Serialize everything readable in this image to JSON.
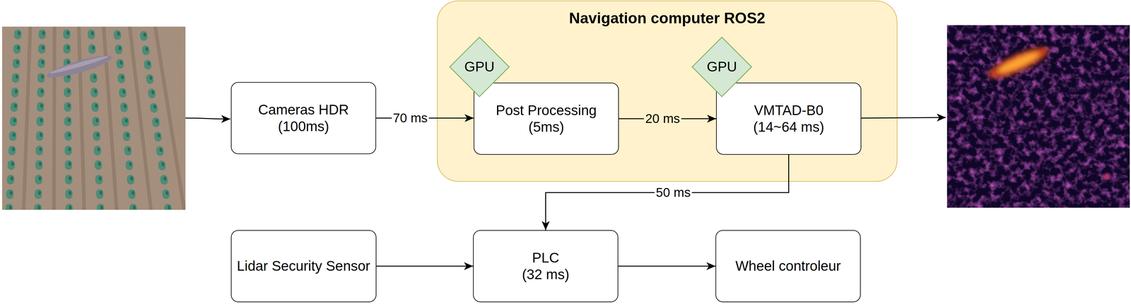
{
  "diagram": {
    "nodes": [
      {
        "text": [
          "Cameras HDR",
          "(100ms)"
        ]
      },
      {
        "text": [
          "Navigation computer ROS2"
        ]
      },
      {
        "text": [
          "GPU"
        ],
        "in": 1
      },
      {
        "text": [
          "Post Processing",
          "(5ms)"
        ],
        "in": 1
      },
      {
        "text": [
          "GPU"
        ],
        "in": 1
      },
      {
        "text": [
          "VMTAD-B0",
          "(14~64 ms)"
        ],
        "in": 1
      },
      {
        "text": [
          "Lidar Security Sensor"
        ]
      },
      {
        "text": [
          "PLC",
          "(32 ms)"
        ]
      },
      {
        "text": [
          "Wheel controleur"
        ]
      }
    ],
    "edges": [
      {
        "from": 0,
        "to": 3,
        "arrow": "to",
        "label": "70 ms"
      },
      {
        "from": 3,
        "to": 5,
        "arrow": "to",
        "label": "20 ms"
      },
      {
        "from": 5,
        "to": 7,
        "arrow": "to",
        "label": "50 ms"
      },
      {
        "from": 6,
        "to": 7,
        "arrow": "to"
      },
      {
        "from": 7,
        "to": 8,
        "arrow": "to"
      }
    ]
  }
}
